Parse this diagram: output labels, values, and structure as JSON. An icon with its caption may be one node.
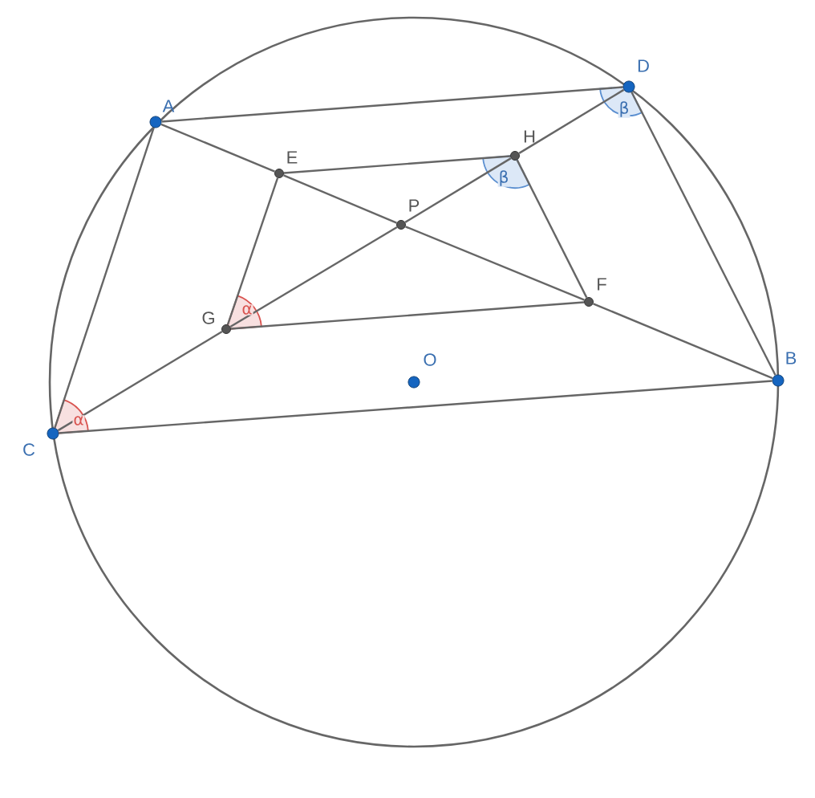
{
  "diagram": {
    "nodes": [
      {
        "text": [],
        "shape": "circle",
        "beside": [
          "A"
        ]
      },
      {
        "text": [],
        "shape": "circle",
        "beside": [
          "D"
        ]
      },
      {
        "text": [],
        "shape": "circle",
        "beside": [
          "H"
        ]
      },
      {
        "text": [],
        "shape": "circle",
        "beside": [
          "E"
        ]
      },
      {
        "text": [],
        "shape": "circle",
        "beside": [
          "P"
        ]
      },
      {
        "text": [],
        "shape": "circle",
        "beside": [
          "F"
        ]
      },
      {
        "text": [],
        "shape": "circle",
        "beside": [
          "G"
        ]
      },
      {
        "text": [],
        "shape": "circle",
        "beside": [
          "O"
        ]
      },
      {
        "text": [],
        "shape": "circle",
        "beside": [
          "B"
        ]
      },
      {
        "text": [],
        "shape": "circle",
        "beside": [
          "C"
        ]
      }
    ],
    "edges": [
      {
        "from": 0,
        "to": 1,
        "arrow": "none"
      },
      {
        "from": 0,
        "to": 9,
        "arrow": "none"
      },
      {
        "from": 1,
        "to": 8,
        "arrow": "none"
      },
      {
        "from": 9,
        "to": 8,
        "arrow": "none"
      },
      {
        "from": 0,
        "to": 3,
        "arrow": "none"
      },
      {
        "from": 3,
        "to": 4,
        "arrow": "none"
      },
      {
        "from": 4,
        "to": 5,
        "arrow": "none"
      },
      {
        "from": 5,
        "to": 8,
        "arrow": "none"
      },
      {
        "from": 9,
        "to": 6,
        "arrow": "none"
      },
      {
        "from": 6,
        "to": 4,
        "arrow": "none"
      },
      {
        "from": 4,
        "to": 2,
        "arrow": "none"
      },
      {
        "from": 2,
        "to": 1,
        "arrow": "none"
      },
      {
        "from": 3,
        "to": 2,
        "arrow": "none"
      },
      {
        "from": 3,
        "to": 6,
        "arrow": "none"
      },
      {
        "from": 6,
        "to": 5,
        "arrow": "none"
      },
      {
        "from": 2,
        "to": 5,
        "arrow": "none"
      }
    ],
    "labels": [
      "β",
      "β",
      "α",
      "α"
    ]
  }
}
